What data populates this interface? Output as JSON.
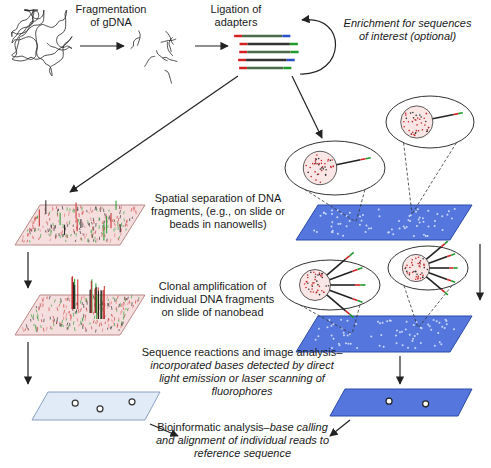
{
  "diagram": {
    "labels": [
      "Fragmentation of gDNA",
      "Ligation of adapters",
      "Enrichment for sequences of interest (optional)",
      "Spatial separation of DNA fragments, (e.g., on slide or beads in nanowells)",
      "Clonal amplification of individual DNA fragments on slide of nanobead",
      "Sequence reactions and image analysis–",
      "incorporated bases detected by direct light emission or laser scanning of fluorophores",
      "Bioinformatic analysis–",
      "base calling and alignment of individual reads to reference sequence"
    ]
  }
}
